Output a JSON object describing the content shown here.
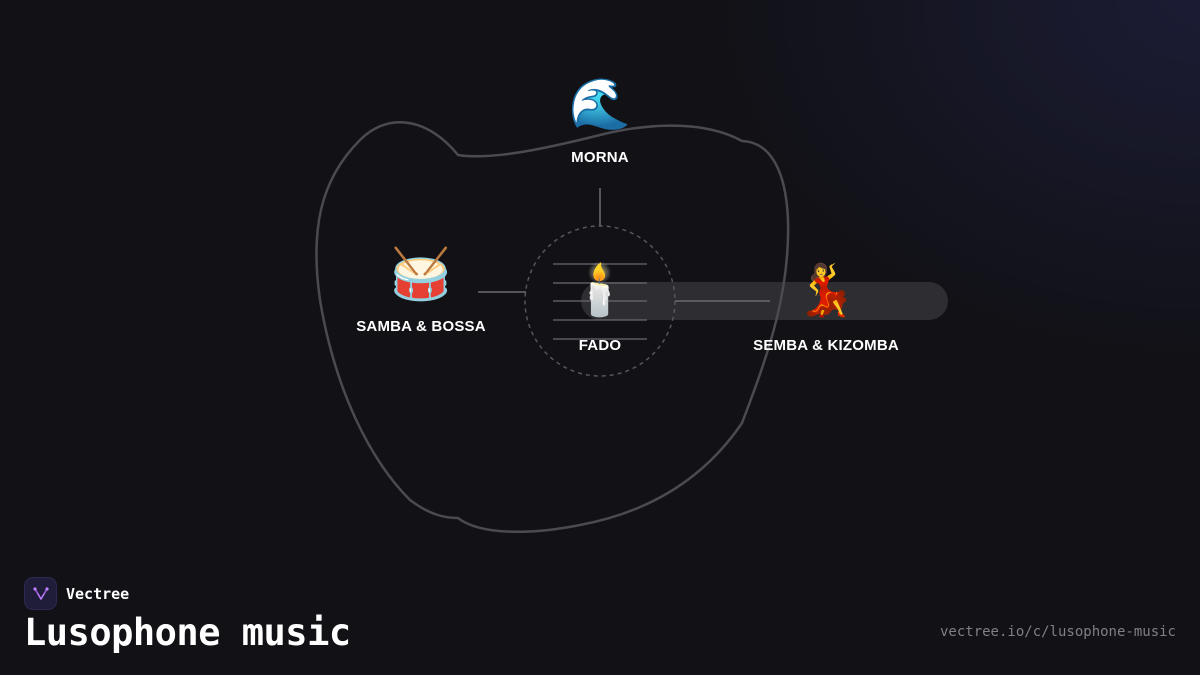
{
  "diagram": {
    "nodes": [
      {
        "id": "morna",
        "emoji": "🌊",
        "label": "MORNA"
      },
      {
        "id": "samba",
        "emoji": "🥁",
        "label": "SAMBA & BOSSA"
      },
      {
        "id": "fado",
        "emoji": "🕯️",
        "label": "FADO"
      },
      {
        "id": "semba",
        "emoji": "💃",
        "label": "SEMBA & KIZOMBA"
      }
    ],
    "colors": {
      "background": "#111116",
      "outline": "#4a4a50",
      "connector": "#6a6a70",
      "neck": "#2e2e32"
    }
  },
  "footer": {
    "brand": "Vectree",
    "title": "Lusophone music",
    "url": "vectree.io/c/lusophone-music"
  }
}
